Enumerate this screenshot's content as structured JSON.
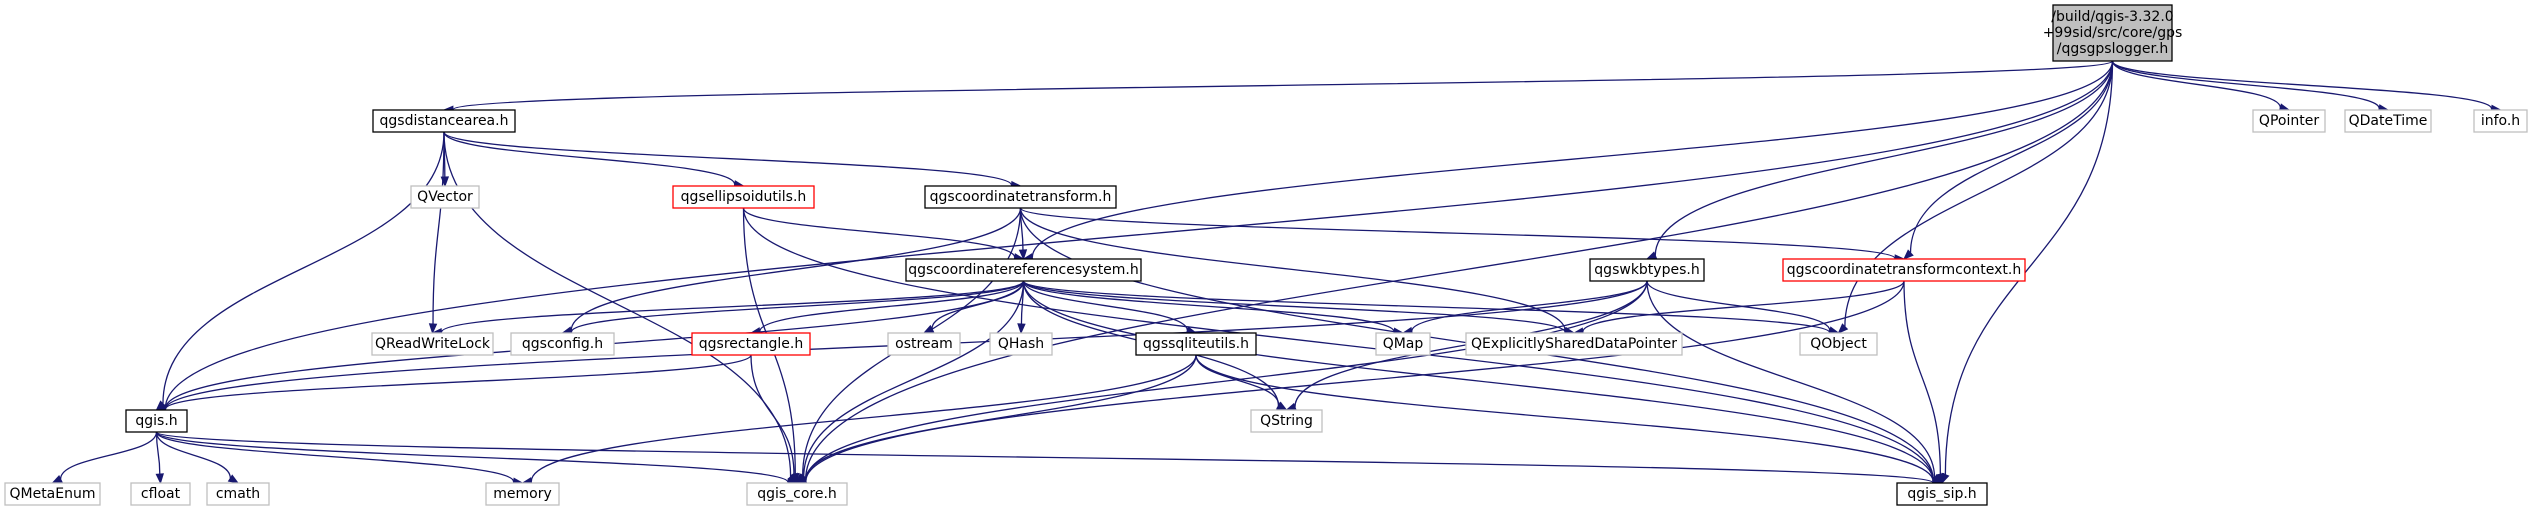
{
  "colors": {
    "edge": "#191970",
    "root_fill": "#bfbfbf",
    "documented_border": "#000000",
    "truncated_border": "#ff0000",
    "external_border": "#bfbfbf"
  },
  "nodes": {
    "root": {
      "lines": [
        "/build/qgis-3.32.0",
        "+99sid/src/core/gps",
        "/qgsgpslogger.h"
      ],
      "kind": "root"
    },
    "distancearea": {
      "label": "qgsdistancearea.h",
      "kind": "doc"
    },
    "qvector": {
      "label": "QVector",
      "kind": "ext"
    },
    "ellipsoidutils": {
      "label": "qgsellipsoidutils.h",
      "kind": "red"
    },
    "coordtransform": {
      "label": "qgscoordinatetransform.h",
      "kind": "doc"
    },
    "crs": {
      "label": "qgscoordinatereferencesystem.h",
      "kind": "doc"
    },
    "wkbtypes": {
      "label": "qgswkbtypes.h",
      "kind": "doc"
    },
    "transformcontext": {
      "label": "qgscoordinatetransformcontext.h",
      "kind": "red"
    },
    "qpointer": {
      "label": "QPointer",
      "kind": "ext"
    },
    "qdatetime": {
      "label": "QDateTime",
      "kind": "ext"
    },
    "infoh": {
      "label": "info.h",
      "kind": "ext"
    },
    "qreadwritelock": {
      "label": "QReadWriteLock",
      "kind": "ext"
    },
    "qgsconfig": {
      "label": "qgsconfig.h",
      "kind": "ext"
    },
    "qgsrectangle": {
      "label": "qgsrectangle.h",
      "kind": "red"
    },
    "ostream": {
      "label": "ostream",
      "kind": "ext"
    },
    "qhash": {
      "label": "QHash",
      "kind": "ext"
    },
    "sqliteutils": {
      "label": "qgssqliteutils.h",
      "kind": "doc"
    },
    "qmap": {
      "label": "QMap",
      "kind": "ext"
    },
    "qshared": {
      "label": "QExplicitlySharedDataPointer",
      "kind": "ext"
    },
    "qobject": {
      "label": "QObject",
      "kind": "ext"
    },
    "qstring": {
      "label": "QString",
      "kind": "ext"
    },
    "qgis": {
      "label": "qgis.h",
      "kind": "doc"
    },
    "qmetaenum": {
      "label": "QMetaEnum",
      "kind": "ext"
    },
    "cfloat": {
      "label": "cfloat",
      "kind": "ext"
    },
    "cmath": {
      "label": "cmath",
      "kind": "ext"
    },
    "memory": {
      "label": "memory",
      "kind": "ext"
    },
    "qgiscore": {
      "label": "qgis_core.h",
      "kind": "ext"
    },
    "qgissip": {
      "label": "qgis_sip.h",
      "kind": "doc"
    }
  },
  "edges": [
    [
      "root",
      "qgis"
    ],
    [
      "root",
      "distancearea"
    ],
    [
      "root",
      "crs"
    ],
    [
      "root",
      "wkbtypes"
    ],
    [
      "root",
      "transformcontext"
    ],
    [
      "root",
      "qobject"
    ],
    [
      "root",
      "qgiscore"
    ],
    [
      "root",
      "qgissip"
    ],
    [
      "root",
      "qpointer"
    ],
    [
      "root",
      "qdatetime"
    ],
    [
      "root",
      "infoh"
    ],
    [
      "distancearea",
      "qgis"
    ],
    [
      "distancearea",
      "qgiscore"
    ],
    [
      "distancearea",
      "qreadwritelock"
    ],
    [
      "distancearea",
      "qvector"
    ],
    [
      "distancearea",
      "ellipsoidutils"
    ],
    [
      "distancearea",
      "coordtransform"
    ],
    [
      "ellipsoidutils",
      "qgiscore"
    ],
    [
      "ellipsoidutils",
      "crs"
    ],
    [
      "ellipsoidutils",
      "qgissip"
    ],
    [
      "coordtransform",
      "crs"
    ],
    [
      "coordtransform",
      "qgsconfig"
    ],
    [
      "coordtransform",
      "qshared"
    ],
    [
      "coordtransform",
      "transformcontext"
    ],
    [
      "coordtransform",
      "qgiscore"
    ],
    [
      "coordtransform",
      "qgissip"
    ],
    [
      "crs",
      "qreadwritelock"
    ],
    [
      "crs",
      "qgsconfig"
    ],
    [
      "crs",
      "qgis"
    ],
    [
      "crs",
      "qgsrectangle"
    ],
    [
      "crs",
      "ostream"
    ],
    [
      "crs",
      "qhash"
    ],
    [
      "crs",
      "sqliteutils"
    ],
    [
      "crs",
      "qmap"
    ],
    [
      "crs",
      "qshared"
    ],
    [
      "crs",
      "qobject"
    ],
    [
      "crs",
      "qstring"
    ],
    [
      "crs",
      "qgiscore"
    ],
    [
      "crs",
      "qgissip"
    ],
    [
      "wkbtypes",
      "qgis"
    ],
    [
      "wkbtypes",
      "qmap"
    ],
    [
      "wkbtypes",
      "qobject"
    ],
    [
      "wkbtypes",
      "qstring"
    ],
    [
      "wkbtypes",
      "qgiscore"
    ],
    [
      "wkbtypes",
      "qgissip"
    ],
    [
      "transformcontext",
      "qshared"
    ],
    [
      "transformcontext",
      "qgiscore"
    ],
    [
      "transformcontext",
      "qgissip"
    ],
    [
      "qgsrectangle",
      "qgis"
    ],
    [
      "qgsrectangle",
      "qgiscore"
    ],
    [
      "sqliteutils",
      "qstring"
    ],
    [
      "sqliteutils",
      "memory"
    ],
    [
      "sqliteutils",
      "qgiscore"
    ],
    [
      "sqliteutils",
      "qgissip"
    ],
    [
      "qgis",
      "qmetaenum"
    ],
    [
      "qgis",
      "cfloat"
    ],
    [
      "qgis",
      "cmath"
    ],
    [
      "qgis",
      "memory"
    ],
    [
      "qgis",
      "qgiscore"
    ],
    [
      "qgis",
      "qgissip"
    ]
  ]
}
